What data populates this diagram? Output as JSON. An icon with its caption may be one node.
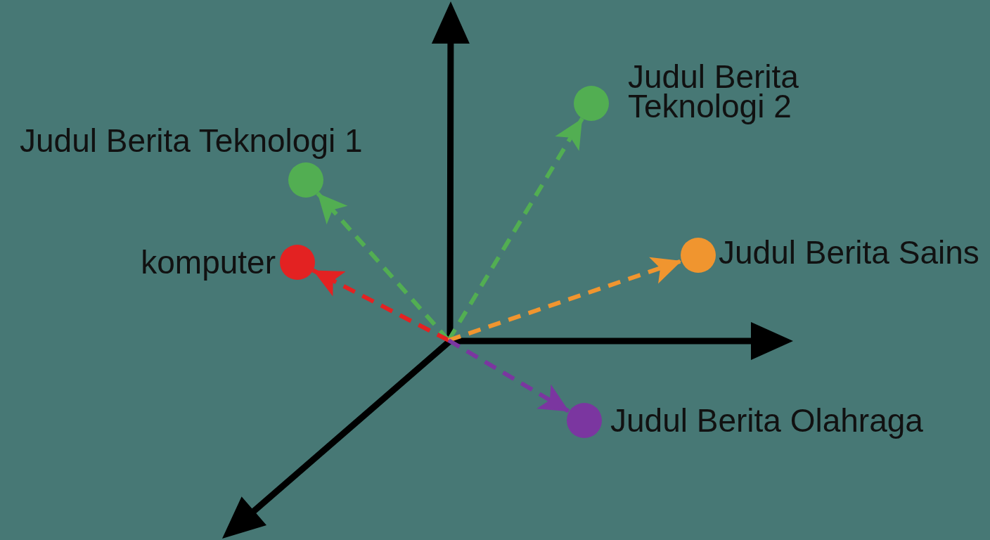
{
  "diagram": {
    "nodes": [
      {
        "text": [],
        "shape": "circle",
        "beside": [
          "Judul Berita Teknologi 2"
        ]
      },
      {
        "text": [],
        "shape": "circle",
        "beside": [
          "Judul Berita Teknologi 1"
        ]
      },
      {
        "text": [],
        "shape": "circle",
        "beside": [
          "komputer"
        ]
      },
      {
        "text": [],
        "shape": "circle",
        "beside": [
          "Judul Berita Sains"
        ]
      },
      {
        "text": [],
        "shape": "circle",
        "beside": [
          "Judul Berita Olahraga"
        ]
      }
    ],
    "edges": [
      {
        "from": null,
        "to": 0,
        "arrow": "to",
        "style": "dashed",
        "color": "#52ae52"
      },
      {
        "from": null,
        "to": 1,
        "arrow": "to",
        "style": "dashed",
        "color": "#52ae52"
      },
      {
        "from": null,
        "to": 2,
        "arrow": "to",
        "style": "dashed",
        "color": "#e32222"
      },
      {
        "from": null,
        "to": 3,
        "arrow": "to",
        "style": "dashed",
        "color": "#f0952f"
      },
      {
        "from": null,
        "to": 4,
        "arrow": "to",
        "style": "dashed",
        "color": "#7b36a0"
      }
    ]
  }
}
